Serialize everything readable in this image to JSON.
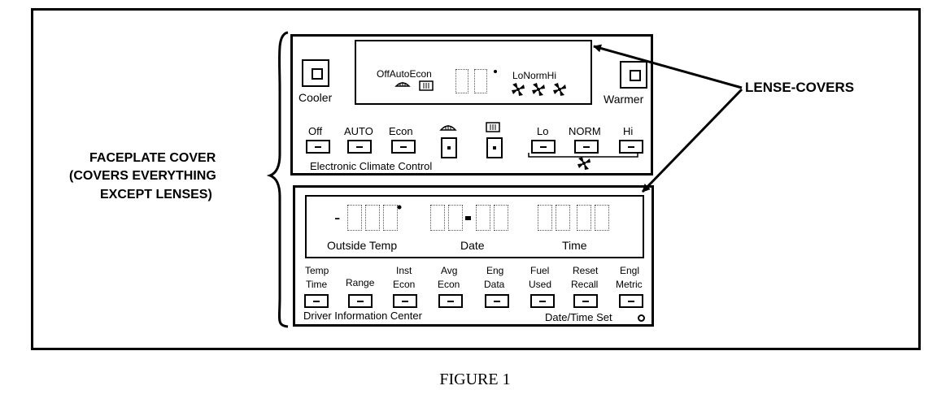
{
  "labels": {
    "faceplate_line1": "FACEPLATE COVER",
    "faceplate_line2": "(COVERS EVERYTHING",
    "faceplate_line3": "EXCEPT LENSES)",
    "lense_covers": "LENSE-COVERS",
    "figure_caption": "FIGURE 1"
  },
  "climate": {
    "cooler": "Cooler",
    "warmer": "Warmer",
    "display_modes": "OffAutoEcon",
    "display_fan": "LoNormHi",
    "buttons": [
      "Off",
      "AUTO",
      "Econ",
      "Lo",
      "NORM",
      "Hi"
    ],
    "title": "Electronic Climate Control",
    "icons": [
      "defrost-icon",
      "rear-defrost-icon",
      "fan-icon"
    ]
  },
  "dic": {
    "display_labels": [
      "Outside Temp",
      "Date",
      "Time"
    ],
    "display_minus": "-",
    "buttons": [
      {
        "line1": "Temp",
        "line2": "Time"
      },
      {
        "line1": "",
        "line2": "Range"
      },
      {
        "line1": "Inst",
        "line2": "Econ"
      },
      {
        "line1": "Avg",
        "line2": "Econ"
      },
      {
        "line1": "Eng",
        "line2": "Data"
      },
      {
        "line1": "Fuel",
        "line2": "Used"
      },
      {
        "line1": "Reset",
        "line2": "Recall"
      },
      {
        "line1": "Engl",
        "line2": "Metric"
      }
    ],
    "title": "Driver Information Center",
    "date_time_set": "Date/Time Set"
  }
}
